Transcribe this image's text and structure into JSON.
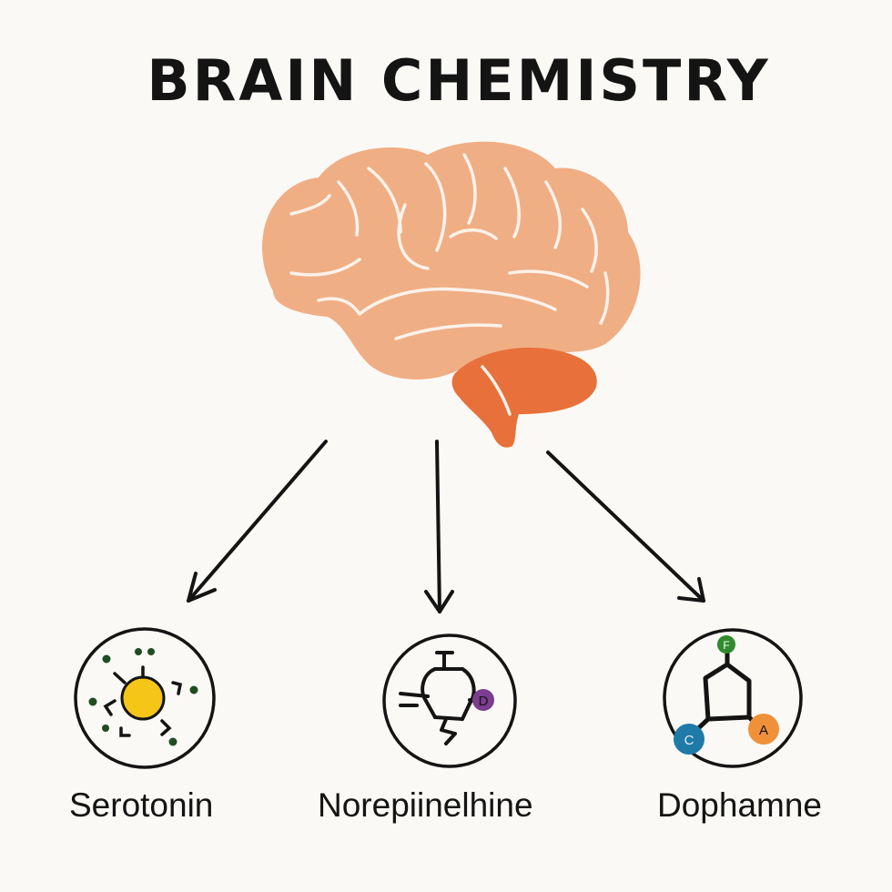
{
  "title": "BRAIN CHEMISTRY",
  "colors": {
    "brain": "#f0ae85",
    "brain_lines": "#fbf2ea",
    "cerebellum": "#e8703a",
    "ink": "#141414",
    "serotonin_core": "#f5c518",
    "green_atom": "#2e8b2e",
    "purple_atom": "#7b3d8f",
    "blue_atom": "#1f7aa8",
    "orange_atom": "#f0913a"
  },
  "icons": [
    "brain-icon",
    "arrow-icon",
    "serotonin-molecule-icon",
    "norepinephrine-molecule-icon",
    "dopamine-molecule-icon"
  ],
  "molecules": [
    {
      "name": "Serotonin"
    },
    {
      "name": "Norepiinelhine",
      "atom": "D"
    },
    {
      "name": "Dophamne",
      "atoms": [
        "F",
        "C",
        "A"
      ]
    }
  ]
}
